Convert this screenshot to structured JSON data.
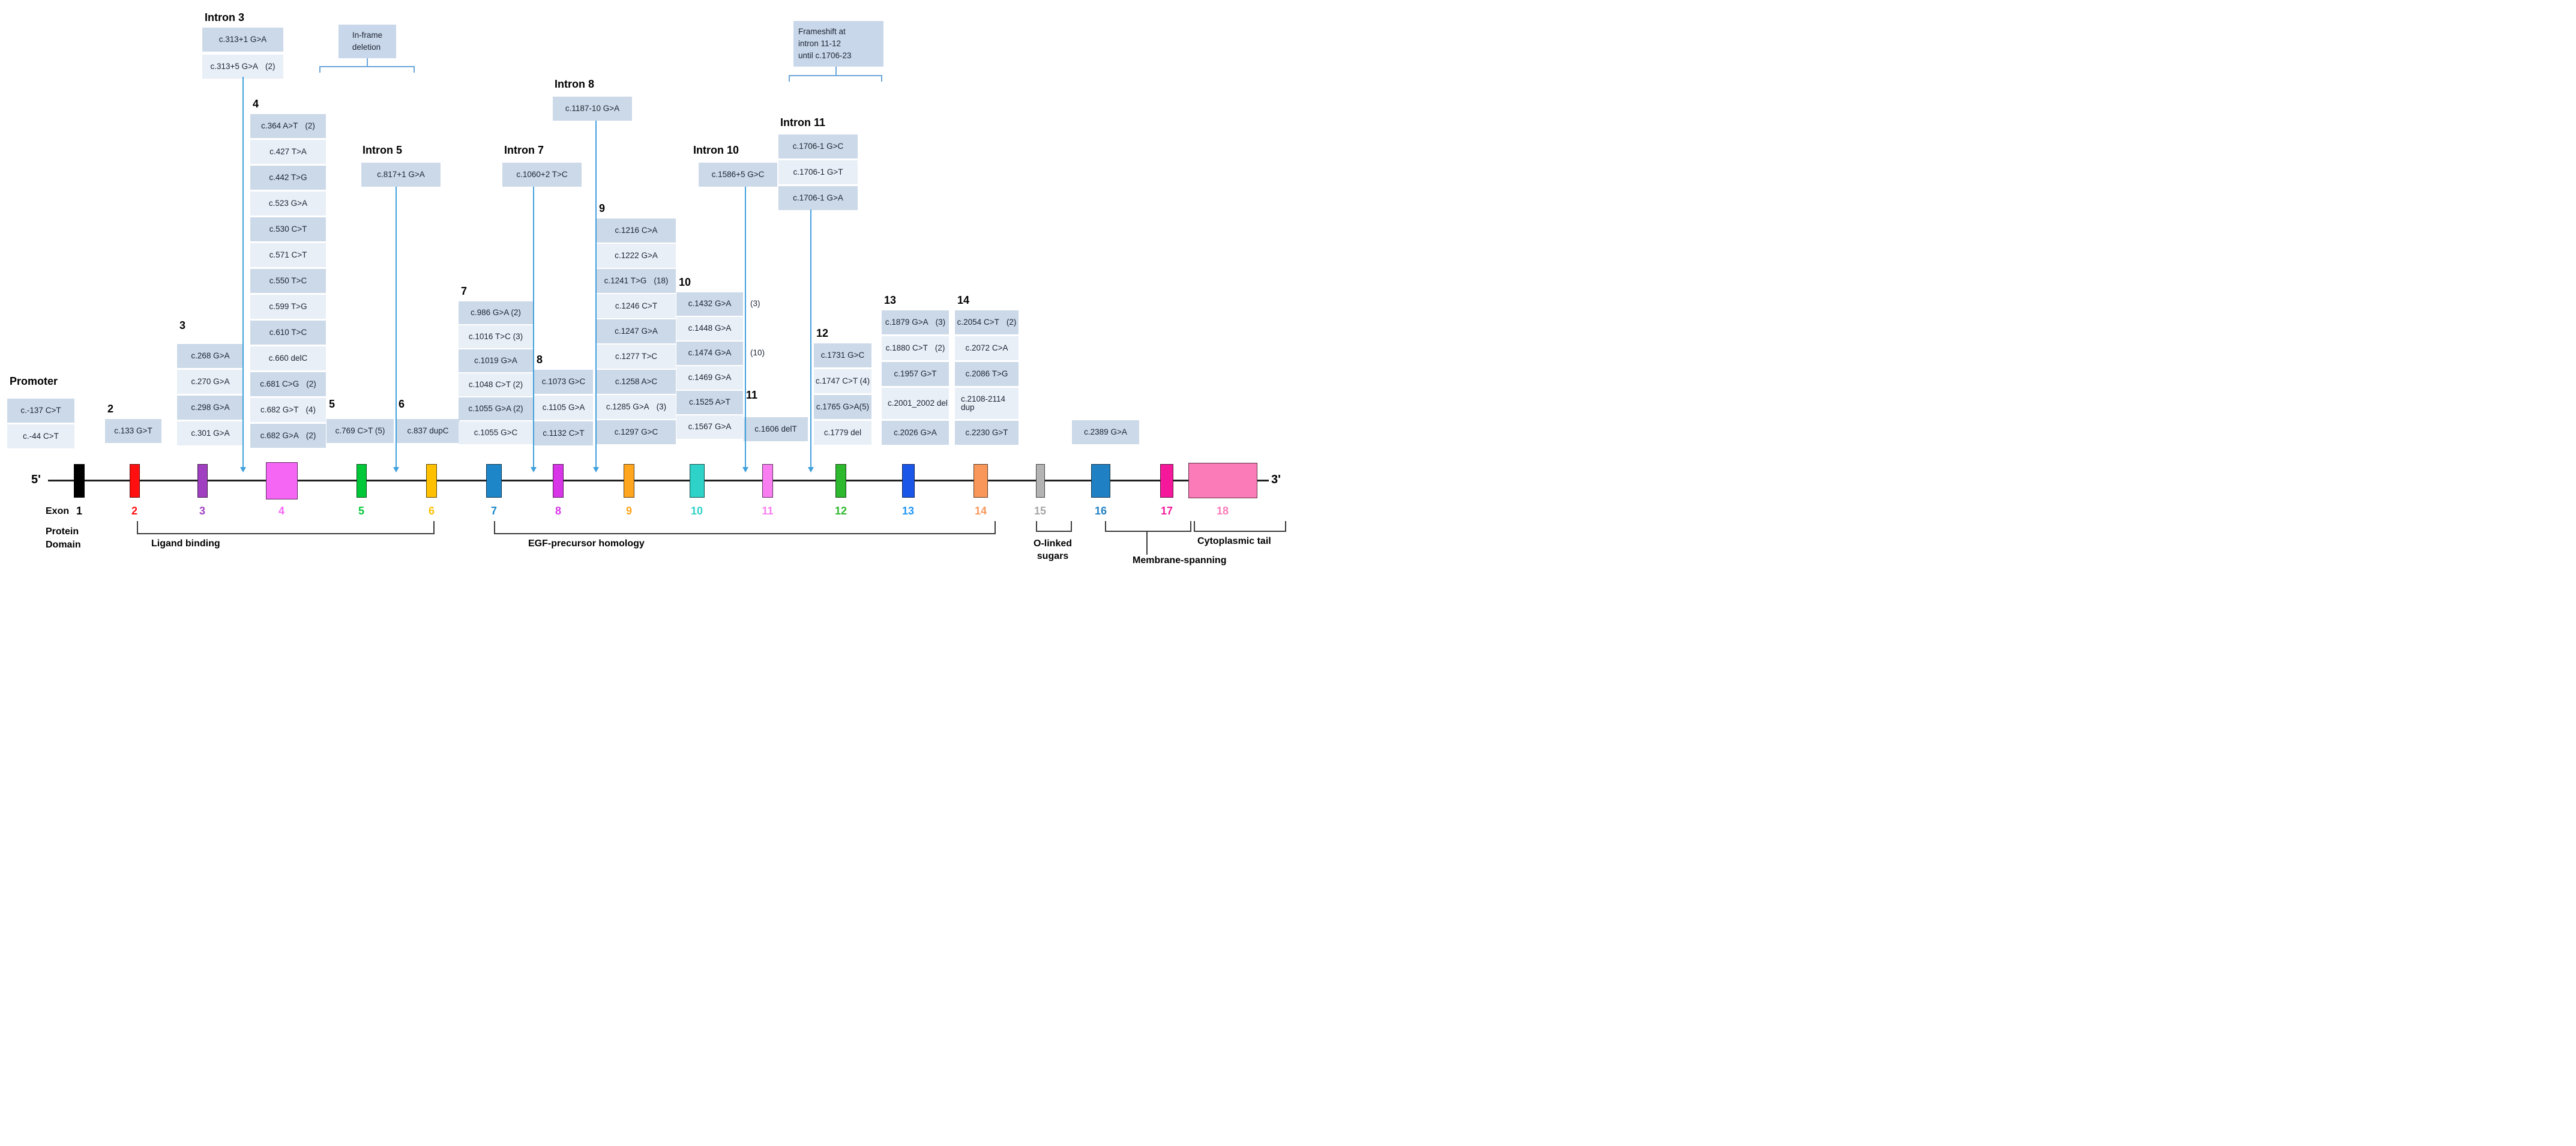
{
  "track": {
    "five_prime": "5'",
    "three_prime": "3'",
    "exon_row_label": "Exon",
    "protein_domain_label": "Protein\nDomain"
  },
  "exons": [
    {
      "num": "1",
      "color": "#000000"
    },
    {
      "num": "2",
      "color": "#ff0f0f"
    },
    {
      "num": "3",
      "color": "#a040c0"
    },
    {
      "num": "4",
      "color": "#f566f5"
    },
    {
      "num": "5",
      "color": "#00c838"
    },
    {
      "num": "6",
      "color": "#ffc000"
    },
    {
      "num": "7",
      "color": "#1c86c8"
    },
    {
      "num": "8",
      "color": "#d935e8"
    },
    {
      "num": "9",
      "color": "#ffa51e"
    },
    {
      "num": "10",
      "color": "#2fd2c8"
    },
    {
      "num": "11",
      "color": "#f87df0"
    },
    {
      "num": "12",
      "color": "#2eb82e"
    },
    {
      "num": "13",
      "color": "#1a56e8"
    },
    {
      "num": "14",
      "color": "#f9975a"
    },
    {
      "num": "15",
      "color": "#b3b3b3"
    },
    {
      "num": "16",
      "color": "#1f81c4"
    },
    {
      "num": "17",
      "color": "#f5189b"
    },
    {
      "num": "18",
      "color": "#fb7bb8"
    }
  ],
  "p": {
    "header": "Promoter",
    "items": [
      {
        "label": "c.-137 C>T"
      },
      {
        "label": "c.-44 C>T"
      }
    ]
  },
  "e2": {
    "header": "2",
    "items": [
      {
        "label": "c.133 G>T"
      }
    ]
  },
  "e3": {
    "header": "3",
    "items": [
      {
        "label": "c.268 G>A"
      },
      {
        "label": "c.270 G>A"
      },
      {
        "label": "c.298 G>A"
      },
      {
        "label": "c.301 G>A"
      }
    ]
  },
  "e4": {
    "header": "4",
    "items": [
      {
        "label": "c.364 A>T",
        "count": "(2)"
      },
      {
        "label": "c.427 T>A"
      },
      {
        "label": "c.442 T>G"
      },
      {
        "label": "c.523 G>A"
      },
      {
        "label": "c.530 C>T"
      },
      {
        "label": "c.571 C>T"
      },
      {
        "label": "c.550 T>C"
      },
      {
        "label": "c.599 T>G"
      },
      {
        "label": "c.610 T>C"
      },
      {
        "label": "c.660 delC"
      },
      {
        "label": "c.681 C>G",
        "count": "(2)"
      },
      {
        "label": "c.682 G>T",
        "count": "(4)"
      },
      {
        "label": "c.682 G>A",
        "count": "(2)"
      }
    ]
  },
  "e5": {
    "header": "5",
    "items": [
      {
        "label": "c.769 C>T (5)"
      }
    ]
  },
  "e6": {
    "header": "6",
    "items": [
      {
        "label": "c.837 dupC"
      }
    ]
  },
  "e7": {
    "header": "7",
    "items": [
      {
        "label": "c.986 G>A (2)"
      },
      {
        "label": "c.1016 T>C (3)"
      },
      {
        "label": "c.1019 G>A"
      },
      {
        "label": "c.1048 C>T (2)"
      },
      {
        "label": "c.1055 G>A (2)"
      },
      {
        "label": "c.1055 G>C"
      }
    ]
  },
  "e8": {
    "header": "8",
    "items": [
      {
        "label": "c.1073 G>C"
      },
      {
        "label": "c.1105 G>A"
      },
      {
        "label": "c.1132 C>T"
      }
    ]
  },
  "e9": {
    "header": "9",
    "items": [
      {
        "label": "c.1216 C>A"
      },
      {
        "label": "c.1222 G>A"
      },
      {
        "label": "c.1241 T>G",
        "count": "(18)"
      },
      {
        "label": "c.1246 C>T"
      },
      {
        "label": "c.1247 G>A"
      },
      {
        "label": "c.1277 T>C"
      },
      {
        "label": "c.1258 A>C"
      },
      {
        "label": "c.1285 G>A",
        "count": "(3)"
      },
      {
        "label": "c.1297 G>C"
      }
    ]
  },
  "e10": {
    "header": "10",
    "items": [
      {
        "label": "c.1432 G>A",
        "count": "(3)"
      },
      {
        "label": "c.1448 G>A"
      },
      {
        "label": "c.1474 G>A",
        "count": "(10)"
      },
      {
        "label": "c.1469 G>A"
      },
      {
        "label": "c.1525 A>T"
      },
      {
        "label": "c.1567 G>A"
      }
    ]
  },
  "e11": {
    "header": "11",
    "items": [
      {
        "label": "c.1606 delT"
      }
    ]
  },
  "e12": {
    "header": "12",
    "items": [
      {
        "label": "c.1731 G>C"
      },
      {
        "label": "c.1747 C>T (4)"
      },
      {
        "label": "c.1765 G>A(5)"
      },
      {
        "label": "c.1779 del"
      }
    ]
  },
  "e13": {
    "header": "13",
    "items": [
      {
        "label": "c.1879 G>A",
        "count": "(3)"
      },
      {
        "label": "c.1880 C>T",
        "count": "(2)"
      },
      {
        "label": "c.1957 G>T"
      },
      {
        "label": "c.2001_2002 del"
      },
      {
        "label": "c.2026 G>A"
      }
    ]
  },
  "e14": {
    "header": "14",
    "items": [
      {
        "label": "c.2054 C>T",
        "count": "(2)"
      },
      {
        "label": "c.2072 C>A"
      },
      {
        "label": "c.2086 T>G"
      },
      {
        "label": "c.2108-2114 dup"
      },
      {
        "label": "c.2230 G>T"
      }
    ]
  },
  "e16": {
    "items": [
      {
        "label": "c.2389 G>A"
      }
    ]
  },
  "i3": {
    "header": "Intron 3",
    "items": [
      {
        "label": "c.313+1 G>A"
      },
      {
        "label": "c.313+5 G>A",
        "count": "(2)"
      }
    ]
  },
  "i5": {
    "header": "Intron 5",
    "items": [
      {
        "label": "c.817+1 G>A"
      }
    ]
  },
  "i7": {
    "header": "Intron 7",
    "items": [
      {
        "label": "c.1060+2 T>C"
      }
    ]
  },
  "i8": {
    "header": "Intron 8",
    "items": [
      {
        "label": "c.1187-10 G>A"
      }
    ]
  },
  "i10": {
    "header": "Intron 10",
    "items": [
      {
        "label": "c.1586+5 G>C"
      }
    ]
  },
  "i11": {
    "header": "Intron 11",
    "items": [
      {
        "label": "c.1706-1 G>C"
      },
      {
        "label": "c.1706-1 G>T"
      },
      {
        "label": "c.1706-1 G>A"
      }
    ]
  },
  "notes": {
    "inframe": "In-frame\ndeletion",
    "frameshift": "Frameshift at\nintron 11-12\nuntil c.1706-23"
  },
  "domains": {
    "ligand": "Ligand binding",
    "egf": "EGF-precursor homology",
    "olinked": "O-linked\nsugars",
    "membrane": "Membrane-spanning",
    "cyto": "Cytoplasmic tail"
  },
  "colors": {
    "box_dark": "#ccd9e8",
    "box_light": "#e9eff7",
    "arrow_blue": "#41a0dc",
    "bracket_blue": "#6aa5d8"
  }
}
